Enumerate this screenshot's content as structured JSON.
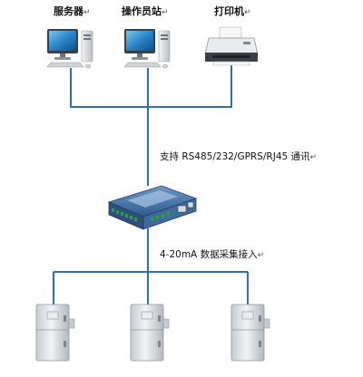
{
  "labels": {
    "server": "服务器",
    "workstation": "操作员站",
    "printer": "打印机",
    "comm": "支持 RS485/232/GPRS/RJ45 通讯",
    "acquisition": "4-20mA 数据采集接入"
  },
  "para_mark": "↵",
  "colors": {
    "wire": "#2f6fb0",
    "monitor_screen": "#2a86c8",
    "device_body": "#dde2e6"
  },
  "icons": {
    "computer": "desktop-computer-icon",
    "printer": "printer-icon",
    "gateway": "data-acquisition-module-icon",
    "transmitter": "field-instrument-cabinet-icon"
  }
}
